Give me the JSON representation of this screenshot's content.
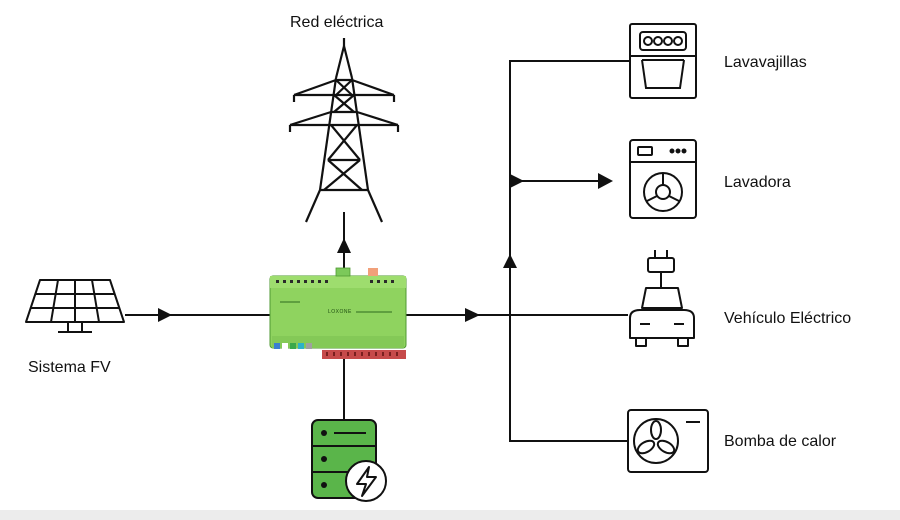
{
  "labels": {
    "grid": "Red eléctrica",
    "pv": "Sistema FV",
    "dishwasher": "Lavavajillas",
    "washer": "Lavadora",
    "ev": "Vehículo Eléctrico",
    "heat_pump": "Bomba de calor"
  },
  "controller": {
    "brand": "LOXONE"
  },
  "colors": {
    "line": "#111111",
    "controller_green": "#8fd35f",
    "battery_green": "#5ab54a"
  },
  "icons": [
    "transmission-tower-icon",
    "solar-panel-icon",
    "controller-icon",
    "battery-storage-icon",
    "dishwasher-icon",
    "washing-machine-icon",
    "electric-vehicle-icon",
    "heat-pump-icon"
  ]
}
